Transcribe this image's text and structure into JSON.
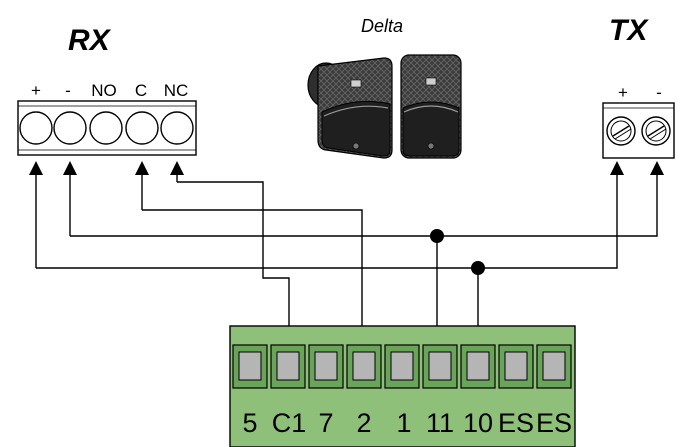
{
  "rx": {
    "title": "RX",
    "terminals": [
      "+",
      "-",
      "NO",
      "C",
      "NC"
    ]
  },
  "tx": {
    "title": "TX",
    "terminals": [
      "+",
      "-"
    ]
  },
  "product": {
    "name": "Delta"
  },
  "board": {
    "terminals": [
      "5",
      "C1",
      "7",
      "2",
      "1",
      "11",
      "10",
      "ES",
      "ES"
    ],
    "color": "#8fc07a"
  },
  "colors": {
    "line": "#000000",
    "board_green": "#8fc07a",
    "slot_gray": "#b5b5b5",
    "photocell_body": "#3a3a3a"
  }
}
